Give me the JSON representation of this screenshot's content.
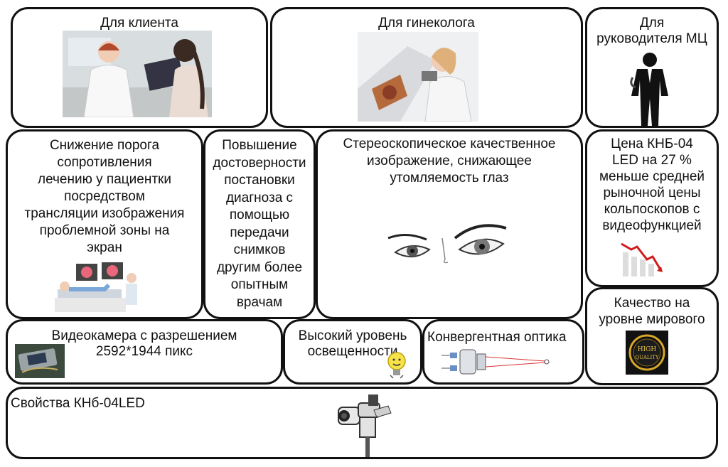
{
  "cards": {
    "client": {
      "title": "Для клиента",
      "image": "doctor-patient-consultation-photo"
    },
    "gyn": {
      "title": "Для гинеколога",
      "image": "gynecologist-examination-photo"
    },
    "head": {
      "title": "Для\nруководителя МЦ",
      "image": "businessman-silhouette-icon"
    },
    "threshold": {
      "text": "Снижение порога\nсопротивления\nлечению у пациентки\nпосредством\nтрансляции изображения\nпроблемной зоны на\nэкран",
      "image": "monitor-patient-examination-icon"
    },
    "reliability": {
      "text": "Повышение\nдостоверности\nпостановки\nдиагноза с\nпомощью\nпередачи\nснимков\nдругим более\nопытным\nврачам"
    },
    "stereo": {
      "text": "Стереоскопическое качественное\nизображение, снижающее\nутомляемость глаз",
      "image": "eyes-sketch"
    },
    "price": {
      "text": "Цена   КНБ-04\nLED на 27 %\nменьше средней\nрыночной цены\nкольпоскопов с\nвидеофункцией",
      "image": "falling-price-chart-icon"
    },
    "quality": {
      "text": "Качество на\nуровне мирового",
      "badge_text": "HIGH\nQUALITY",
      "image": "high-quality-badge"
    },
    "camera": {
      "text": "Видеокамера с разрешением\n2592*1944 пикс",
      "image": "camera-sensor-photo"
    },
    "light": {
      "text": "Высокий уровень\nосвещенности",
      "image": "lightbulb-icon"
    },
    "optics": {
      "text": "Конвергентная оптика",
      "image": "convergent-optics-diagram"
    },
    "properties": {
      "text": "Свойства КНб-04LED",
      "image": "colposcope-device-photo"
    }
  }
}
